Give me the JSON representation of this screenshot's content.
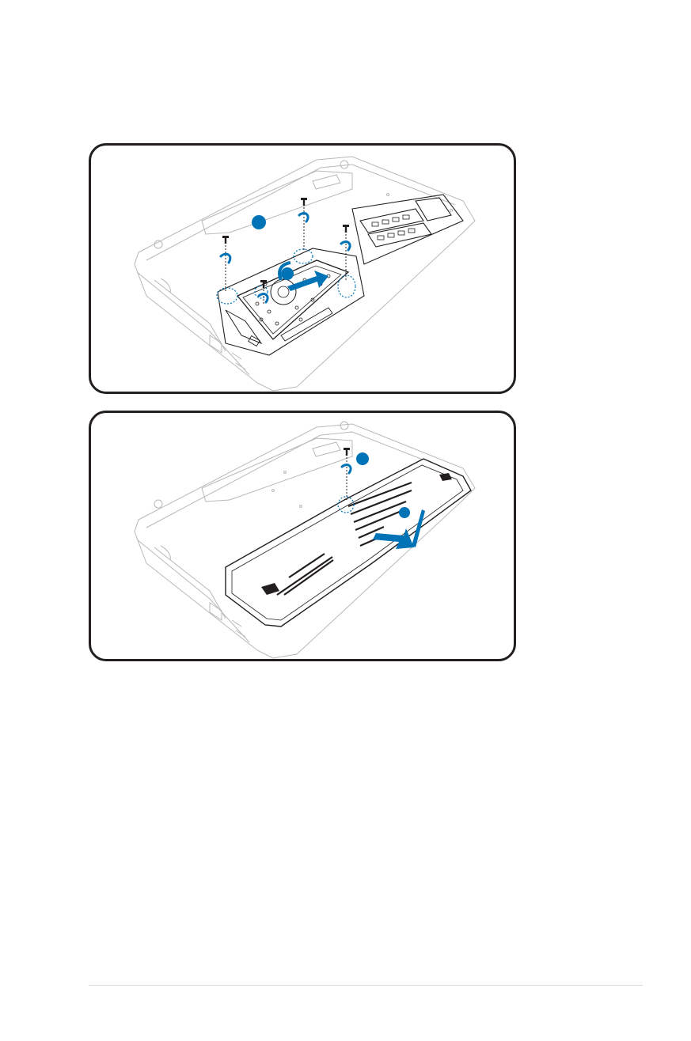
{
  "figures": [
    {
      "name": "hard-disk-removal-illustration",
      "step_markers": [
        "",
        ""
      ],
      "screws": 4
    },
    {
      "name": "compartment-cover-replacement-illustration",
      "step_markers": [
        "",
        ""
      ],
      "screws": 1
    }
  ],
  "colors": {
    "accent": "#0073b7",
    "line": "#231f20",
    "light_line": "#b0b0b0"
  },
  "icons": [
    "screw-icon",
    "rotate-arrow-icon",
    "slide-arrow-icon",
    "step-marker-icon"
  ]
}
